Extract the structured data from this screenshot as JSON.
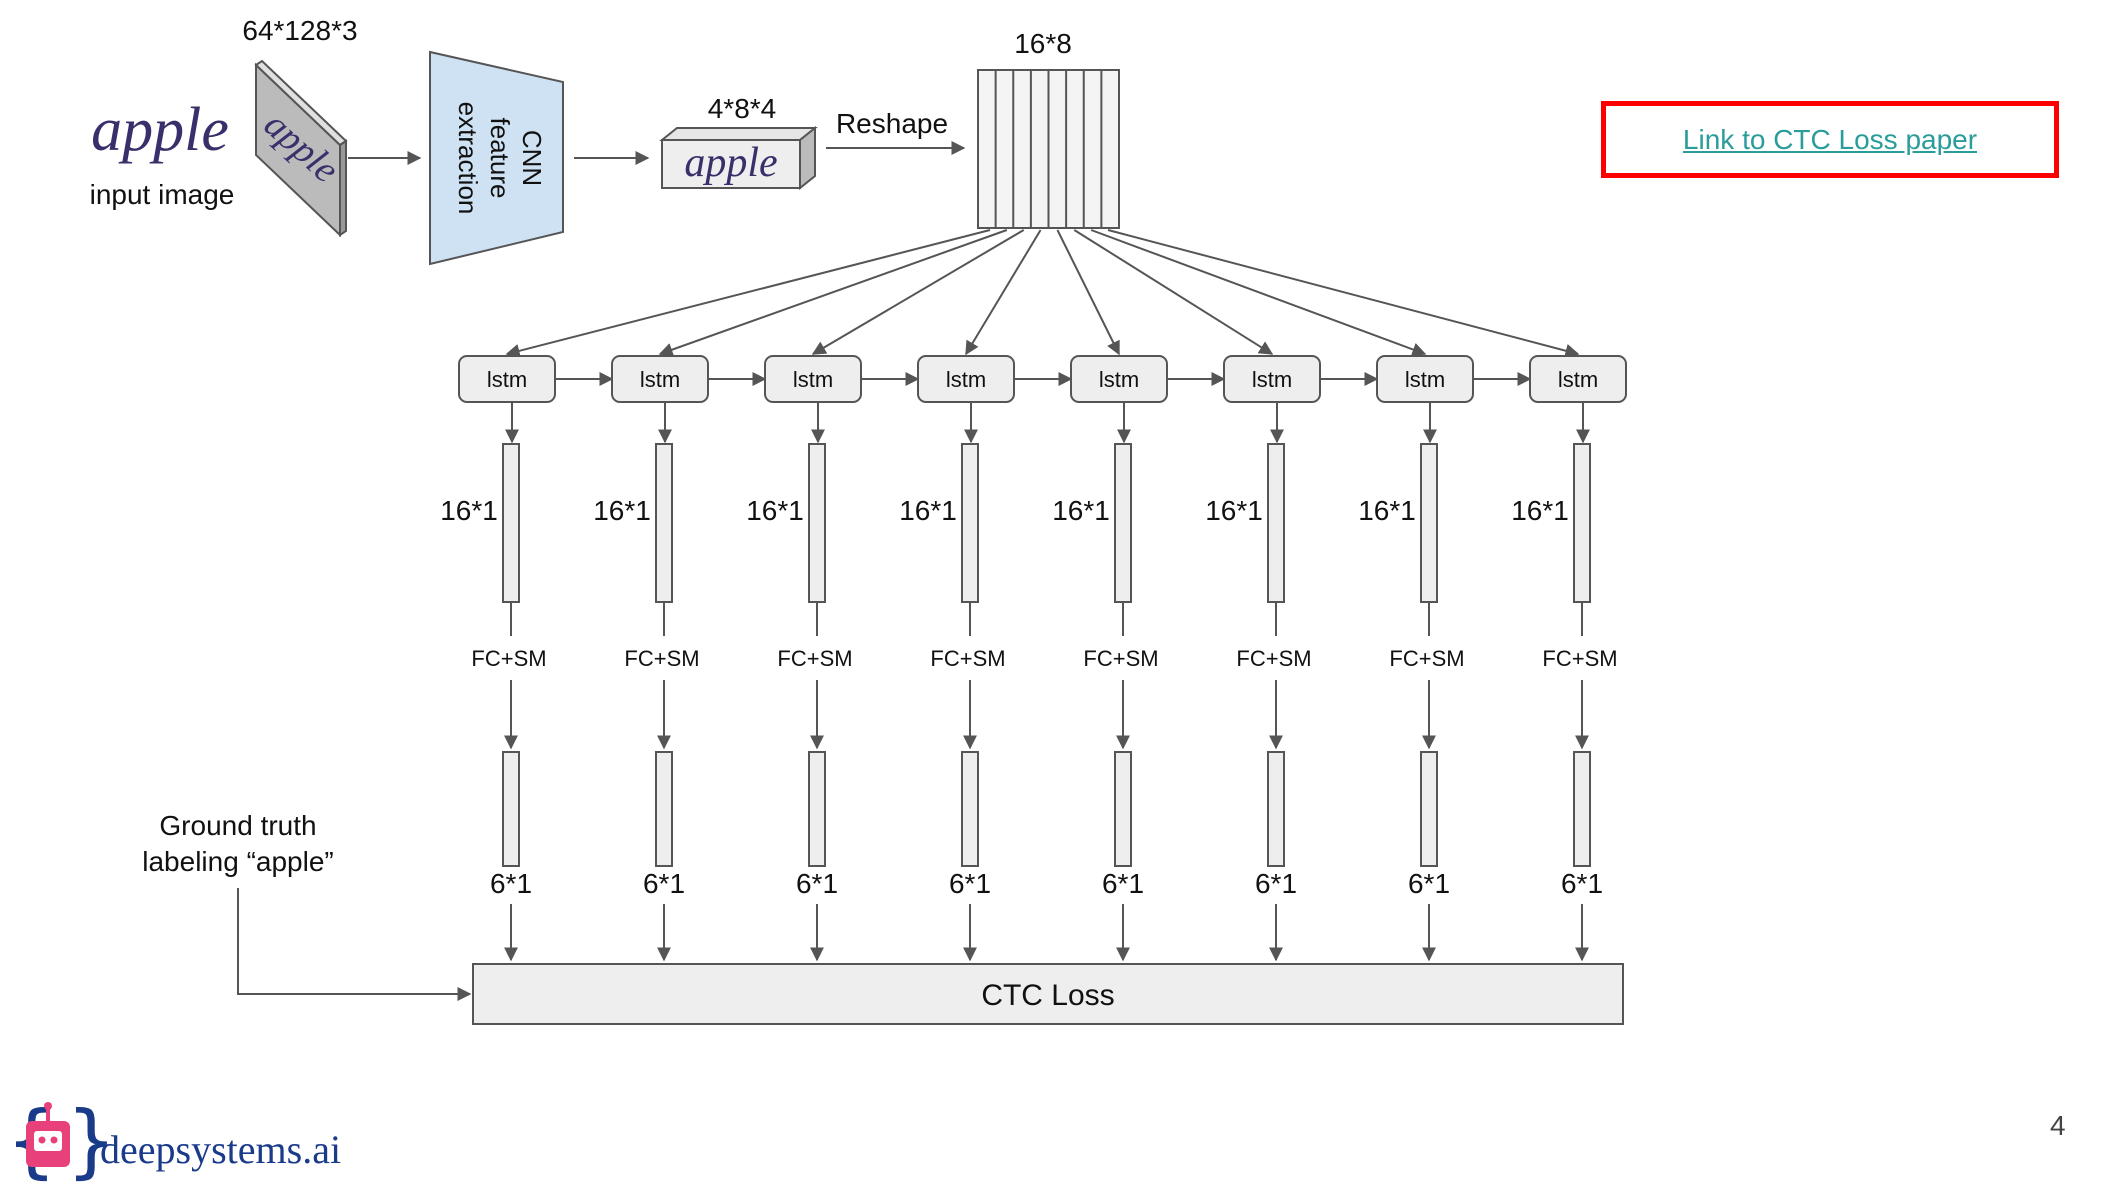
{
  "input": {
    "handwriting": "apple",
    "label": "input image",
    "dims": "64*128*3"
  },
  "cnn": {
    "line1": "CNN",
    "line2": "feature",
    "line3": "extraction"
  },
  "features": {
    "dims": "4*8*4",
    "handwriting": "apple"
  },
  "reshape": {
    "label": "Reshape",
    "dims": "16*8"
  },
  "columns": [
    {
      "lstm": "lstm",
      "hidden": "16*1",
      "fc": "FC+SM",
      "out": "6*1"
    },
    {
      "lstm": "lstm",
      "hidden": "16*1",
      "fc": "FC+SM",
      "out": "6*1"
    },
    {
      "lstm": "lstm",
      "hidden": "16*1",
      "fc": "FC+SM",
      "out": "6*1"
    },
    {
      "lstm": "lstm",
      "hidden": "16*1",
      "fc": "FC+SM",
      "out": "6*1"
    },
    {
      "lstm": "lstm",
      "hidden": "16*1",
      "fc": "FC+SM",
      "out": "6*1"
    },
    {
      "lstm": "lstm",
      "hidden": "16*1",
      "fc": "FC+SM",
      "out": "6*1"
    },
    {
      "lstm": "lstm",
      "hidden": "16*1",
      "fc": "FC+SM",
      "out": "6*1"
    },
    {
      "lstm": "lstm",
      "hidden": "16*1",
      "fc": "FC+SM",
      "out": "6*1"
    }
  ],
  "ground_truth": {
    "line1": "Ground truth",
    "line2": "labeling “apple”"
  },
  "ctc": {
    "label": "CTC Loss"
  },
  "link": {
    "text": "Link to CTC Loss paper"
  },
  "footer": {
    "brand": "deepsystems.ai",
    "page_number": "4"
  },
  "colors": {
    "cnn_fill": "#cfe2f3",
    "link": "#2a9d9a",
    "link_border": "#ff0000",
    "brand": "#1a3a8a",
    "logo": "#e8407a",
    "ink": "#3a2f6b"
  }
}
